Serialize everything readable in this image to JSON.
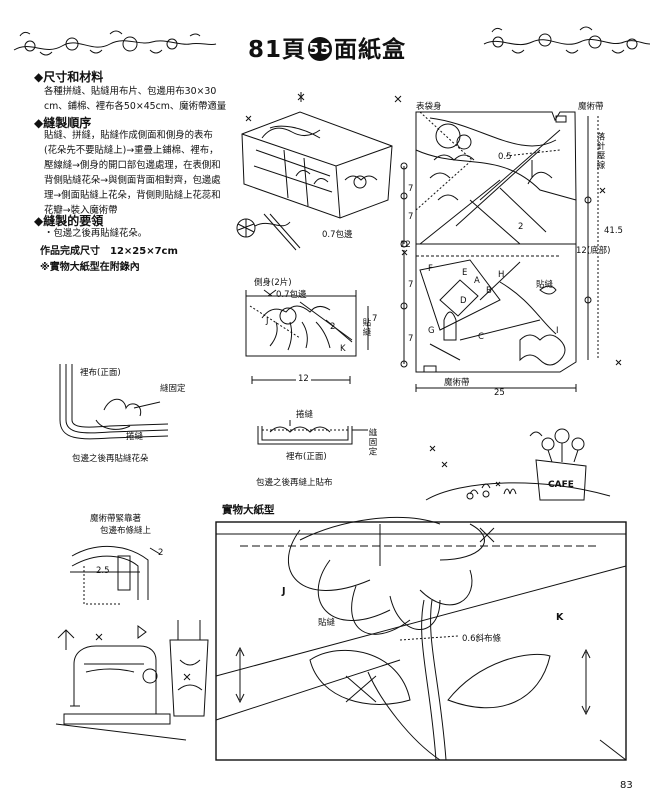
{
  "header": {
    "title_prefix": "81頁",
    "title_number": "55",
    "title_suffix": "面紙盒"
  },
  "sections": {
    "size_materials": {
      "heading": "◆尺寸和材料",
      "lines": [
        "各種拼縫、貼縫用布片、包邊用布30×30",
        "cm、鋪棉、裡布各50×45cm、魔術帶適量"
      ]
    },
    "sewing_order": {
      "heading": "◆縫製順序",
      "lines": [
        "貼縫、拼縫，貼縫作成側面和側身的表布",
        "(花朵先不要貼縫上)→重疊上鋪棉、裡布，",
        "壓線縫→側身的開口部包邊處理，在表側和",
        "背側貼縫花朵→與側面背面相對齊，包邊處",
        "理→側面貼縫上花朵，背側則貼縫上花蕊和",
        "花瓣→裝入魔術帶"
      ]
    },
    "sewing_tips": {
      "heading": "◆縫製的要領",
      "lines": [
        "・包邊之後再貼縫花朵。"
      ],
      "finished_size": "作品完成尺寸　12×25×7cm",
      "pattern_note": "※實物大紙型在附錄內"
    }
  },
  "diagrams": {
    "box_caption": "0.7包邊",
    "main_panel": {
      "surface_label": "表袋身",
      "velcro_top": "魔術帶",
      "velcro_bottom": "魔術帶",
      "dim_05": "0.5",
      "dim_2": "2",
      "dim_7a": "7",
      "dim_7b": "7",
      "dim_7c": "7",
      "dim_7d": "7",
      "dim_12": "12",
      "dim_415": "41.5",
      "dim_12_bottom": "12(底部)",
      "dim_25": "25",
      "quilt_label": "落針壓線",
      "applique_label": "貼縫",
      "letters": [
        "F",
        "E",
        "A",
        "B",
        "D",
        "C",
        "G",
        "H",
        "I"
      ]
    },
    "side_panel": {
      "title": "側身(2片)",
      "binding": "0.7包邊",
      "dim_2": "2",
      "dim_7": "7",
      "dim_12": "12",
      "applique": "貼縫",
      "letter_j": "J",
      "letter_k": "K"
    },
    "tip1": {
      "lining": "裡布(正面)",
      "stitch_fix": "縫固定",
      "applique": "捲縫",
      "caption": "包邊之後再貼縫花朵"
    },
    "tip2": {
      "applique": "捲縫",
      "stitch_fix": "縫固定",
      "lining": "裡布(正面)",
      "caption": "包邊之後再縫上貼布"
    },
    "tip3": {
      "line1": "魔術帶緊靠著",
      "line2": "包邊布條縫上",
      "dim_25": "2.5",
      "dim_2": "2"
    },
    "cafe_sign": "CAFE",
    "pattern": {
      "title": "實物大紙型",
      "letter_j": "J",
      "letter_k": "K",
      "applique": "貼縫",
      "bias": "0.6斜布條"
    }
  },
  "footer": {
    "page_number": "83"
  }
}
